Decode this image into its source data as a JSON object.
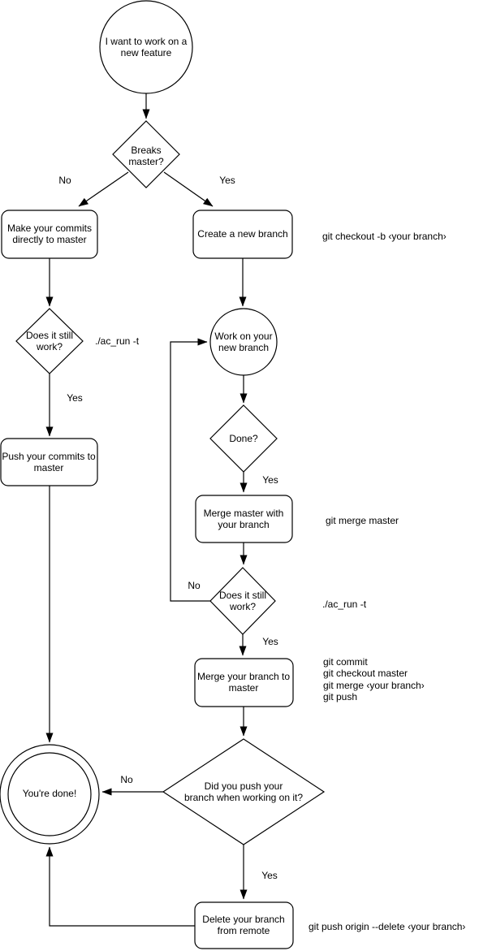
{
  "canvas": {
    "background_color": "#ffffff",
    "stroke_color": "#000000",
    "text_color": "#000000"
  },
  "nodes": {
    "start": {
      "type": "start-circle",
      "label": "I want to work on a new feature"
    },
    "breaks_master": {
      "type": "decision-diamond",
      "label": "Breaks master?"
    },
    "make_commits": {
      "type": "process-box",
      "label": "Make your commits directly to master"
    },
    "create_branch": {
      "type": "process-box",
      "label": "Create a new branch"
    },
    "still_work_left": {
      "type": "decision-diamond",
      "label": "Does it still work?"
    },
    "push_commits": {
      "type": "process-box",
      "label": "Push your commits to master"
    },
    "work_branch": {
      "type": "circle",
      "label": "Work on your new branch"
    },
    "done": {
      "type": "decision-diamond",
      "label": "Done?"
    },
    "merge_master": {
      "type": "process-box",
      "label": "Merge master with your branch"
    },
    "still_work_mid": {
      "type": "decision-diamond",
      "label": "Does it still work?"
    },
    "merge_branch": {
      "type": "process-box",
      "label": "Merge your branch to master"
    },
    "did_you_push": {
      "type": "decision-diamond",
      "label": "Did you push your\nbranch when working on it?"
    },
    "youre_done": {
      "type": "end-double-circle",
      "label": "You're done!"
    },
    "delete_remote": {
      "type": "process-box",
      "label": "Delete your branch from remote"
    }
  },
  "edge_labels": {
    "breaks_no": "No",
    "breaks_yes": "Yes",
    "still_left_yes": "Yes",
    "done_yes": "Yes",
    "still_mid_no": "No",
    "still_mid_yes": "Yes",
    "push_no": "No",
    "push_yes": "Yes"
  },
  "annotations": {
    "create_branch_cmd": "git checkout -b ‹your branch›",
    "ac_run_left": "./ac_run -t",
    "merge_master_cmd": "git merge master",
    "ac_run_mid": "./ac_run -t",
    "merge_branch_cmds": [
      "git commit",
      "git checkout master",
      "git merge ‹your branch›",
      "git push"
    ],
    "delete_remote_cmd": "git push origin --delete ‹your branch›"
  }
}
